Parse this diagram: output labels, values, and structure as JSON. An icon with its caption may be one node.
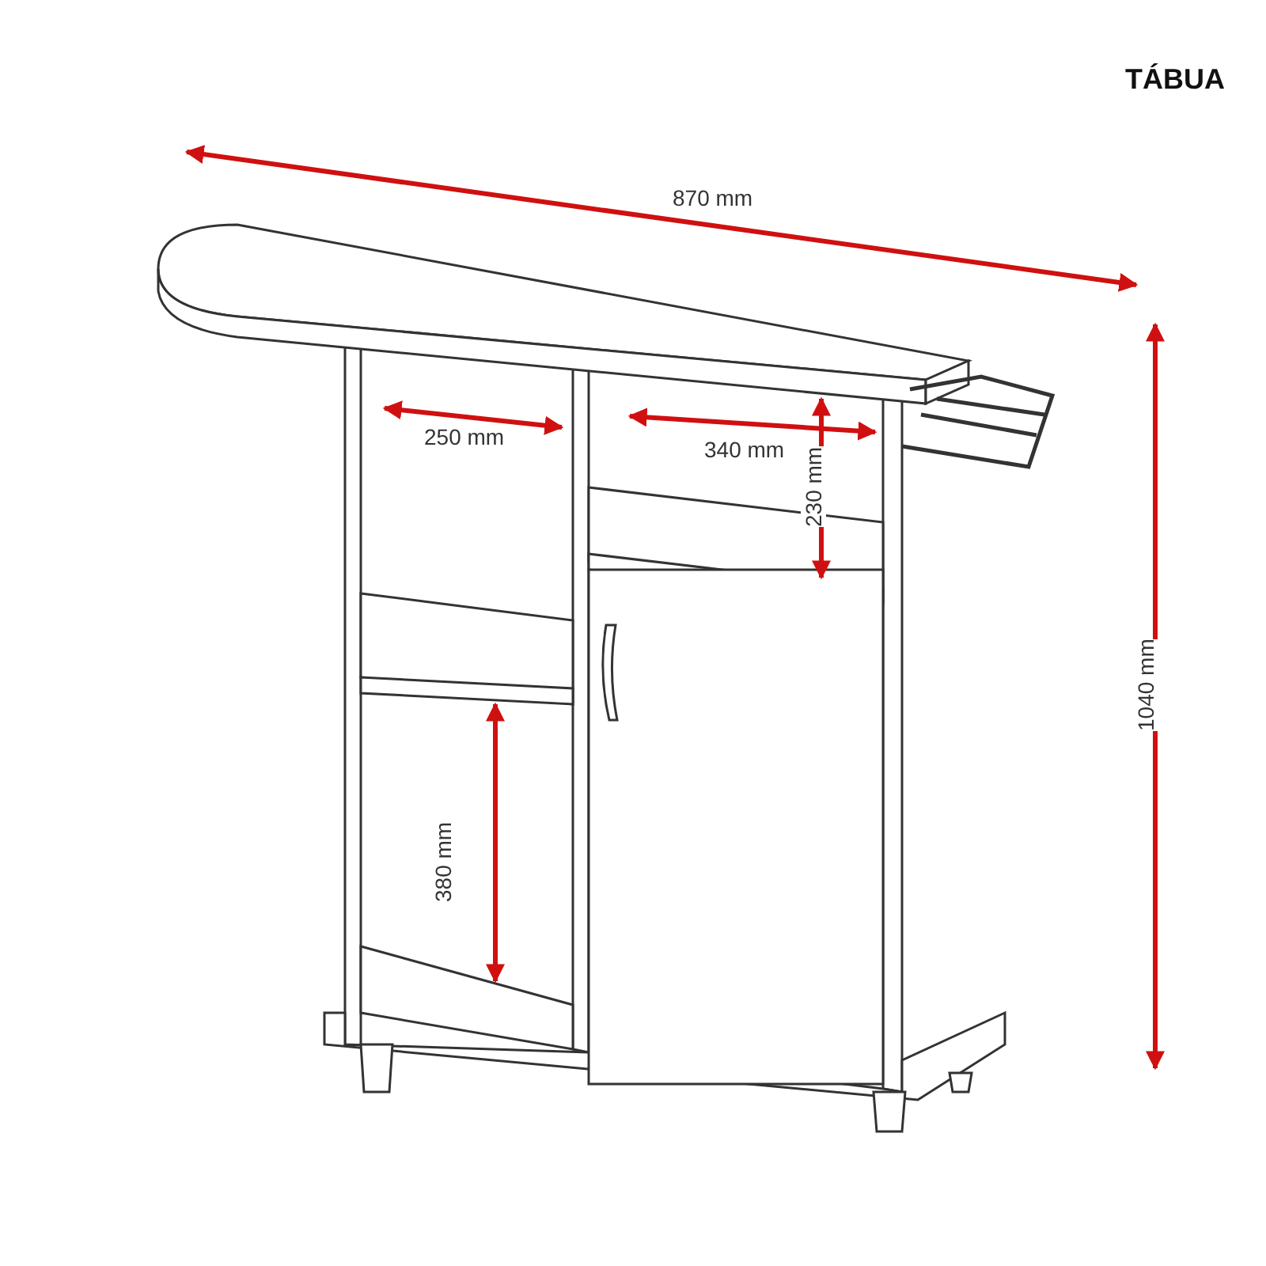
{
  "diagram": {
    "title": "TÁBUA",
    "labels": [
      "870 mm",
      "250 mm",
      "340 mm",
      "230 mm",
      "1040 mm",
      "380 mm"
    ]
  }
}
